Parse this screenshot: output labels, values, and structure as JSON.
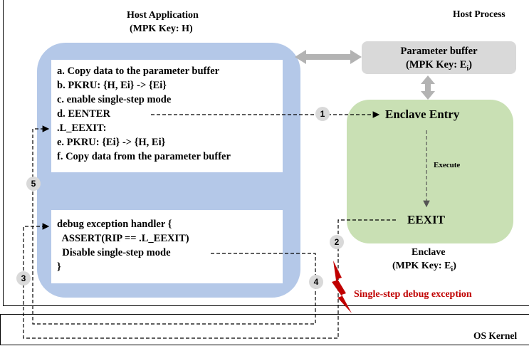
{
  "host_process_label": "Host Process",
  "os_kernel_label": "OS Kernel",
  "host_app": {
    "title": "Host Application",
    "key": "(MPK Key: H)"
  },
  "upper_code": [
    "a. Copy data to the parameter buffer",
    "b. PKRU: {H, Ei} -> {Ei}",
    "c. enable single-step mode",
    "d. EENTER",
    ".L_EEXIT:",
    "e. PKRU: {Ei} -> {H, Ei}",
    "f. Copy data from the parameter buffer"
  ],
  "lower_code": [
    "debug exception handler {",
    "  ASSERT(RIP == .L_EEXIT)",
    "  Disable single-step mode",
    "}"
  ],
  "param_buffer": {
    "line1": "Parameter buffer",
    "line2_prefix": "(MPK Key: E",
    "line2_sub": "i",
    "line2_suffix": ")"
  },
  "enclave": {
    "entry": "Enclave Entry",
    "execute": "Execute",
    "eexit": "EEXIT",
    "label": "Enclave",
    "key_prefix": "(MPK Key: E",
    "key_sub": "i",
    "key_suffix": ")"
  },
  "steps": [
    "1",
    "2",
    "3",
    "4",
    "5"
  ],
  "exception_label": "Single-step debug exception",
  "colors": {
    "host_app": "#b4c8e8",
    "enclave": "#c9e0b4",
    "param_buffer": "#d9d9d9",
    "exception": "#c00000"
  }
}
